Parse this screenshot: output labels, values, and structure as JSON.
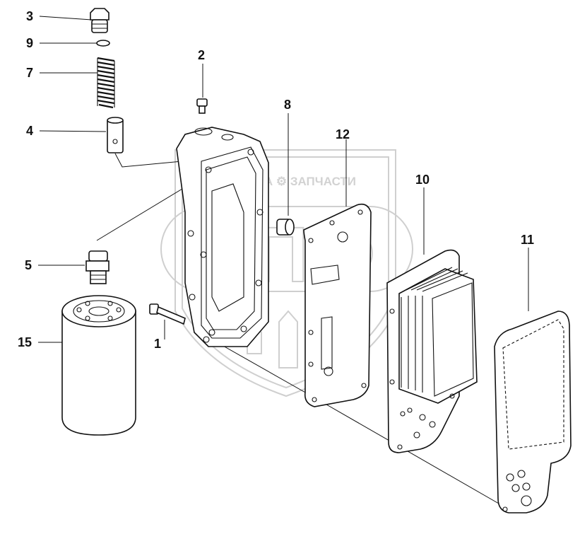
{
  "watermark": {
    "brand_text": "ТЕХНИКА ⚙ ЗАПЧАСТИ",
    "logo_text": "ЭПФ"
  },
  "callouts": [
    "1",
    "2",
    "3",
    "4",
    "5",
    "7",
    "8",
    "9",
    "10",
    "11",
    "12",
    "15"
  ],
  "colors": {
    "line": "#111111",
    "watermark": "#cfcfcf",
    "background": "#ffffff"
  }
}
